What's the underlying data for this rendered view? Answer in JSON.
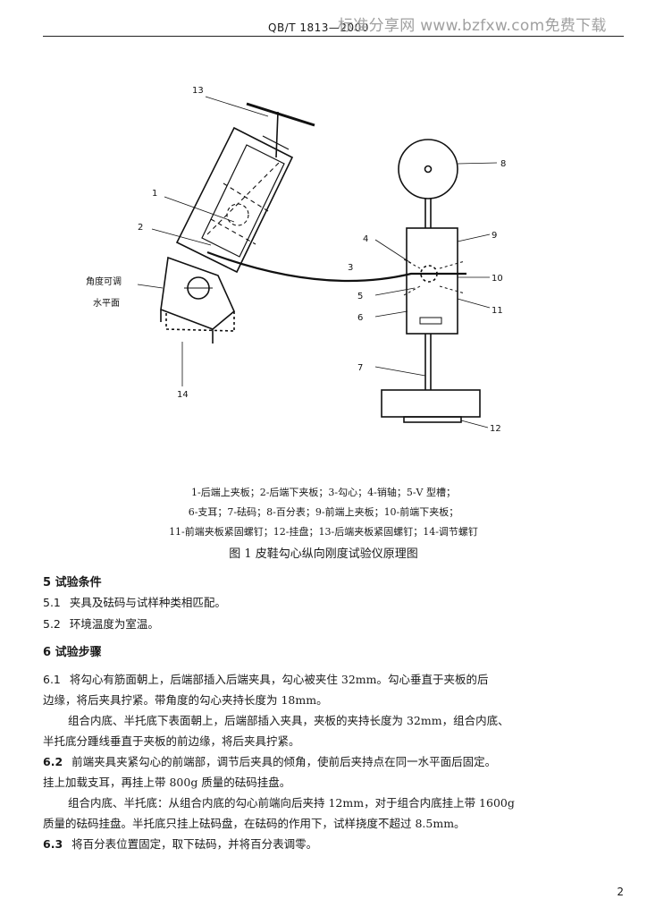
{
  "header": {
    "standard_code": "QB/T 1813—2000",
    "watermark": "标准分享网 www.bzfxw.com免费下载"
  },
  "figure": {
    "labels": {
      "n1": "1",
      "n2": "2",
      "n3": "3",
      "n4": "4",
      "n5": "5",
      "n6": "6",
      "n7": "7",
      "n8": "8",
      "n9": "9",
      "n10": "10",
      "n11": "11",
      "n12": "12",
      "n13": "13",
      "n14": "14",
      "angle_adjustable": "角度可调",
      "horizontal_plane": "水平面"
    },
    "legend": [
      "1-后端上夹板；2-后端下夹板；3-勾心；4-销轴；5-V 型槽；",
      "6-支耳；7-砝码；8-百分表；9-前端上夹板；10-前端下夹板；",
      "11-前端夹板紧固螺钉；12-挂盘；13-后端夹板紧固螺钉；14-调节螺钉"
    ],
    "title": "图 1    皮鞋勾心纵向刚度试验仪原理图"
  },
  "sections": {
    "s5": {
      "heading": "5    试验条件",
      "items": [
        {
          "num": "5.1",
          "text": "夹具及砝码与试样种类相匹配。"
        },
        {
          "num": "5.2",
          "text": "环境温度为室温。"
        }
      ]
    },
    "s6": {
      "heading": "6    试验步骤",
      "p61_num": "6.1",
      "p61_l1": "将勾心有筋面朝上，后端部插入后端夹具，勾心被夹住 32mm。勾心垂直于夹板的后",
      "p61_l2": "边缘，将后夹具拧紧。带角度的勾心夹持长度为 18mm。",
      "p61b_l1": "组合内底、半托底下表面朝上，后端部插入夹具，夹板的夹持长度为 32mm，组合内底、",
      "p61b_l2": "半托底分踵线垂直于夹板的前边缘，将后夹具拧紧。",
      "p62_num": "6.2",
      "p62_l1": "前端夹具夹紧勾心的前端部，调节后夹具的倾角，使前后夹持点在同一水平面后固定。",
      "p62_l2": "挂上加载支耳，再挂上带 800g 质量的砝码挂盘。",
      "p62b_l1": "组合内底、半托底：从组合内底的勾心前端向后夹持 12mm，对于组合内底挂上带 1600g",
      "p62b_l2": "质量的砝码挂盘。半托底只挂上砝码盘，在砝码的作用下，试样挠度不超过 8.5mm。",
      "p63_num": "6.3",
      "p63_l1": "将百分表位置固定，取下砝码，并将百分表调零。"
    }
  },
  "page_number": "2"
}
